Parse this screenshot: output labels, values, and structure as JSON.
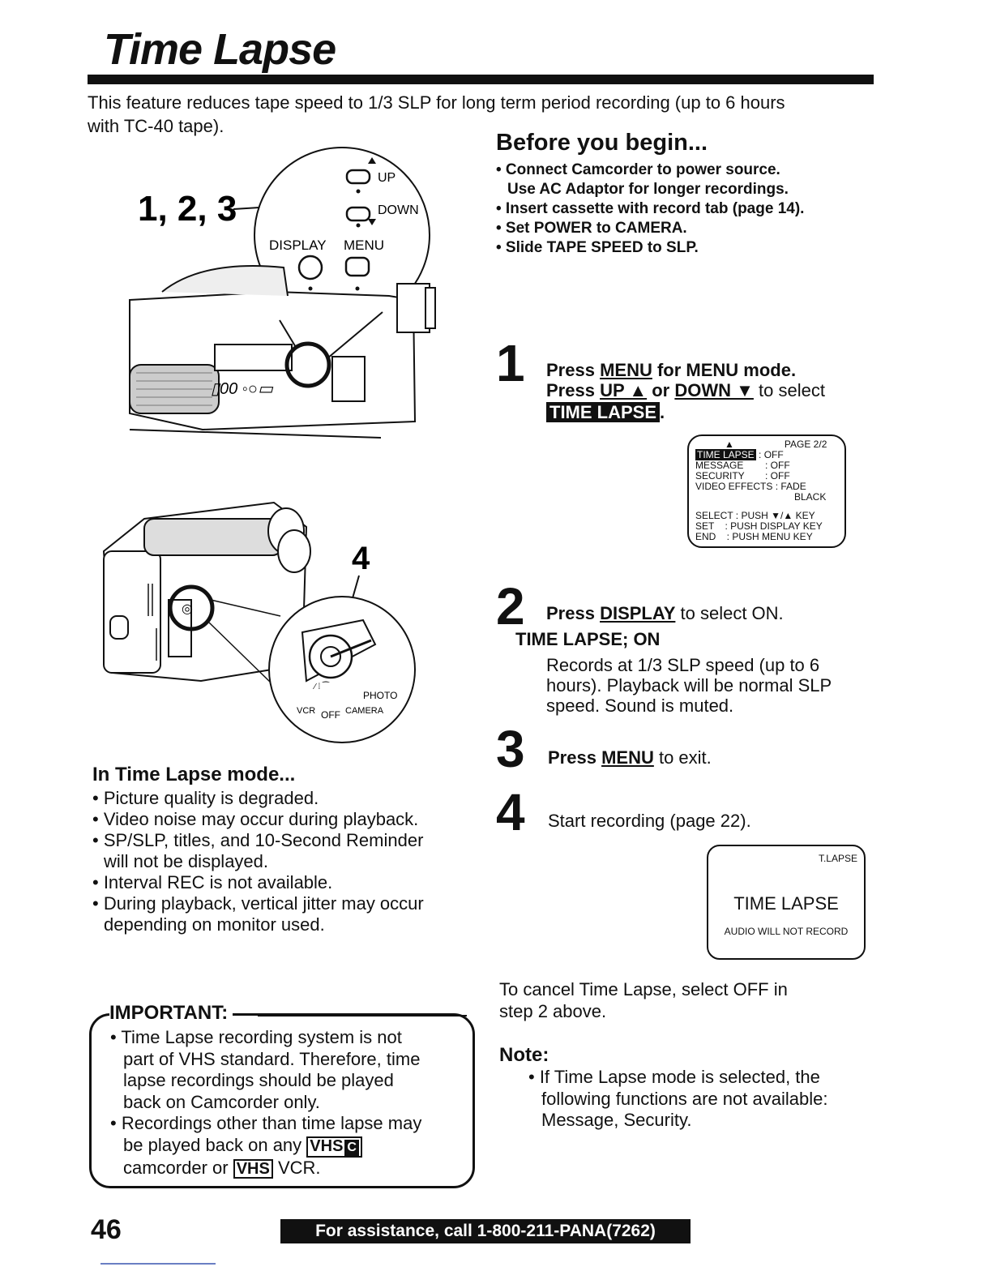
{
  "page": {
    "title": "Time Lapse",
    "intro_line1": "This feature reduces tape speed to 1/3 SLP for long term period recording (up to 6 hours",
    "intro_line2": "with TC-40 tape)."
  },
  "figure1": {
    "callout": "1, 2, 3",
    "label_up": "UP",
    "label_down": "DOWN",
    "label_display": "DISPLAY",
    "label_menu": "MENU"
  },
  "figure2": {
    "callout": "4",
    "label_photo": "PHOTO",
    "label_vcr": "VCR",
    "label_off": "OFF",
    "label_camera": "CAMERA"
  },
  "before": {
    "heading": "Before you begin...",
    "items": [
      "• Connect Camcorder to power source.",
      "Use AC Adaptor for longer recordings.",
      "• Insert cassette with record tab (page 14).",
      "• Set POWER to CAMERA.",
      "• Slide TAPE SPEED to SLP."
    ]
  },
  "step1": {
    "number": "1",
    "press": "Press ",
    "menu": "MENU",
    "for_menu_mode": " for MENU mode.",
    "press2": "Press ",
    "up": "UP ▲",
    "or": " or ",
    "down": "DOWN ▼",
    "to_select": " to select",
    "highlight": "TIME LAPSE",
    "period": "."
  },
  "menu_screen": {
    "arrow": "▲",
    "page": "PAGE 2/2",
    "rows": [
      {
        "label": "TIME LAPSE",
        "value": ": OFF"
      },
      {
        "label": "MESSAGE",
        "value": ": OFF"
      },
      {
        "label": "SECURITY",
        "value": ": OFF"
      },
      {
        "label": "VIDEO EFFECTS",
        "value": ": FADE"
      }
    ],
    "fade_second": "BLACK",
    "select": "SELECT : PUSH ▼/▲ KEY",
    "set": "SET    : PUSH DISPLAY KEY",
    "end": "END    : PUSH MENU KEY"
  },
  "step2": {
    "number": "2",
    "press": "Press ",
    "display": "DISPLAY",
    "rest": " to select ON.",
    "subhead": "TIME LAPSE; ON",
    "desc1": "Records at 1/3 SLP speed (up to 6",
    "desc2": "hours). Playback will be normal SLP",
    "desc3": "speed. Sound is muted."
  },
  "step3": {
    "number": "3",
    "press": "Press ",
    "menu": "MENU",
    "rest": " to exit."
  },
  "step4": {
    "number": "4",
    "text": "Start recording (page 22)."
  },
  "display_screen": {
    "corner": "T.LAPSE",
    "main": "TIME LAPSE",
    "sub": "AUDIO WILL NOT RECORD"
  },
  "mode": {
    "heading": "In Time Lapse mode...",
    "items": [
      "• Picture quality is degraded.",
      "• Video noise may occur during playback.",
      "• SP/SLP, titles, and 10-Second Reminder",
      "will not be displayed.",
      "• Interval REC is not available.",
      "• During playback, vertical jitter may occur",
      "depending on monitor used."
    ]
  },
  "cancel": {
    "line1": "To cancel Time Lapse, select OFF in",
    "line2": "step 2 above."
  },
  "note": {
    "heading": "Note:",
    "line1": "• If Time Lapse mode is selected, the",
    "line2": "following functions are not available:",
    "line3": "Message, Security."
  },
  "important": {
    "heading": "IMPORTANT:",
    "line1": "• Time Lapse recording system is not",
    "line2": "part of VHS standard. Therefore, time",
    "line3": "lapse recordings should be played",
    "line4": "back on Camcorder only.",
    "line5": "• Recordings other than time lapse may",
    "line6": "be played back on any ",
    "logo_vhs": "VHS",
    "logo_c": "C",
    "line7a": "camcorder or ",
    "line7b": " VCR."
  },
  "footer": {
    "page_number": "46",
    "assistance": "For assistance, call 1-800-211-PANA(7262)"
  }
}
